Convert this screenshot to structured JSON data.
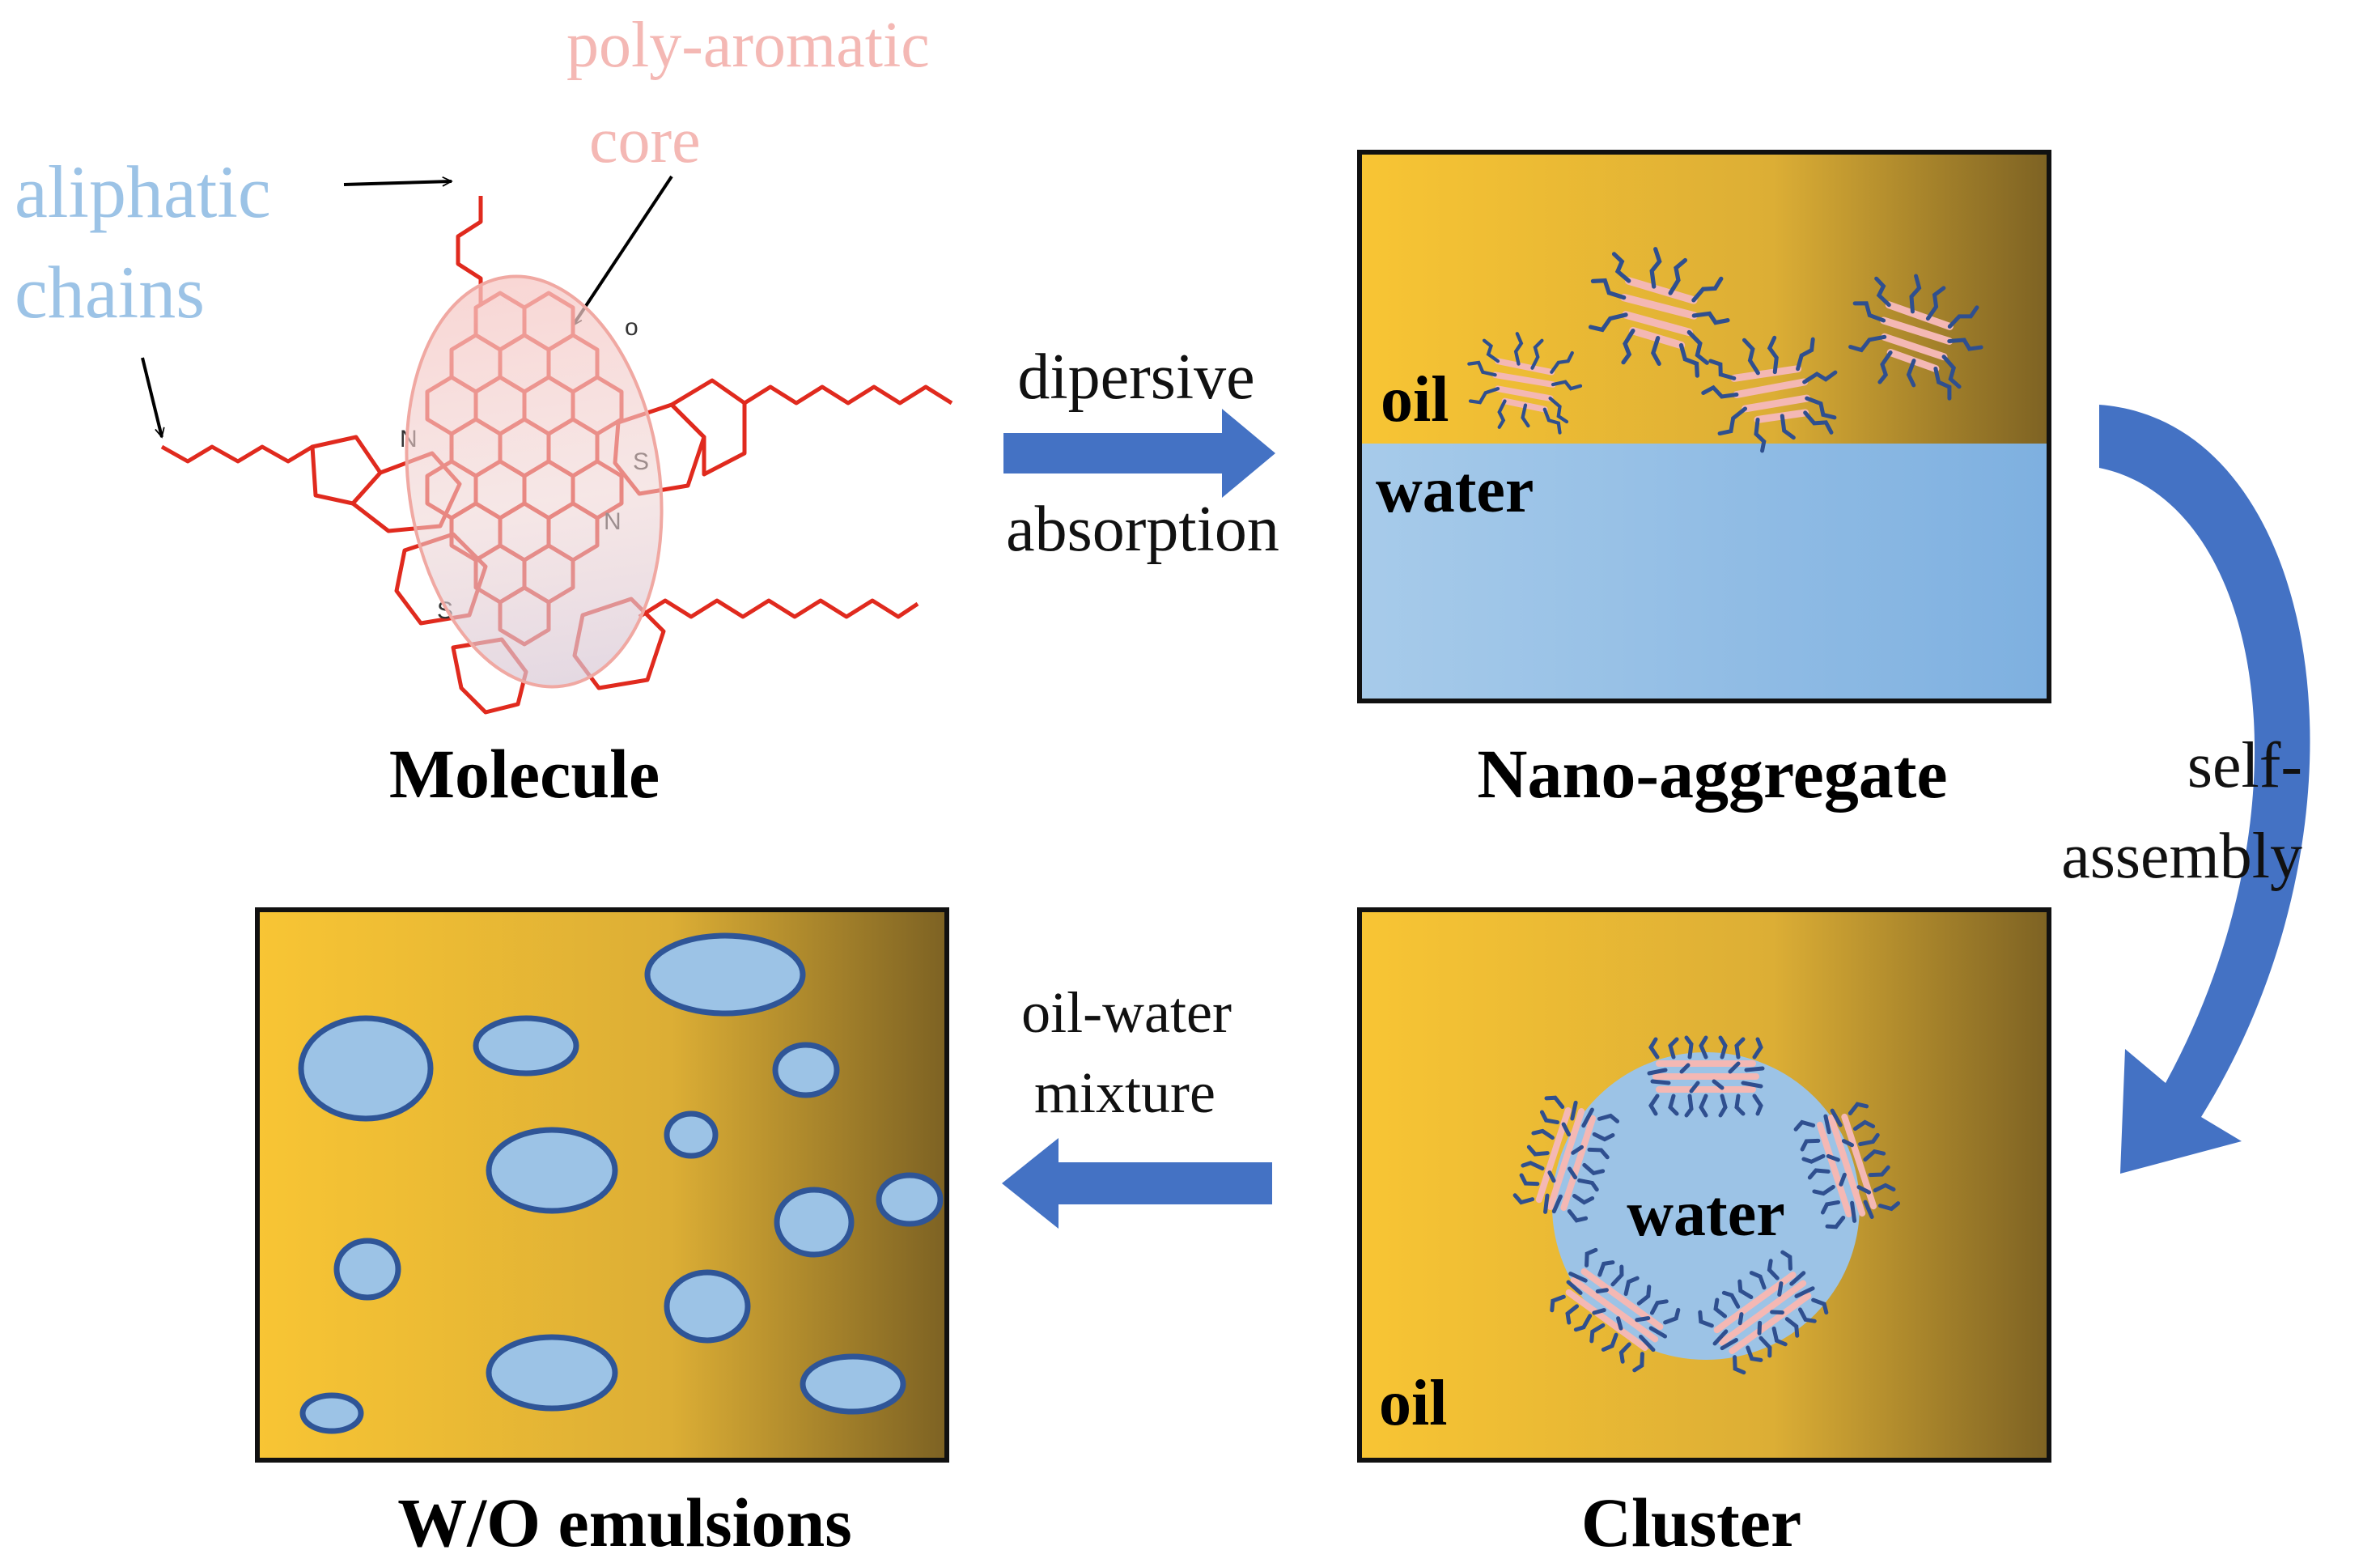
{
  "labels": {
    "aliphatic": "aliphatic",
    "chains": "chains",
    "poly_aromatic": "poly-aromatic",
    "core": "core",
    "atom_o": "o",
    "atom_n1": "N",
    "atom_n2": "N",
    "atom_s1": "S",
    "atom_s2": "S"
  },
  "captions": {
    "molecule": "Molecule",
    "nano_aggregate": "Nano-aggregate",
    "cluster": "Cluster",
    "emulsions": "W/O emulsions"
  },
  "steps": {
    "step1_line1": "dipersive",
    "step1_line2": "absorption",
    "step2_line1": "self-",
    "step2_line2": "assembly",
    "step3_line1": "oil-water",
    "step3_line2": "mixture"
  },
  "phases": {
    "nano_oil": "oil",
    "nano_water": "water",
    "cluster_water": "water",
    "cluster_oil": "oil"
  },
  "colors": {
    "oil_light": "#f8c534",
    "oil_dark": "#7d6223",
    "water": "#9cc3e6",
    "arrow": "#4472c4",
    "molecule": "#e02a1e",
    "chain": "#2f4f8f",
    "core": "#f4b8b4"
  }
}
